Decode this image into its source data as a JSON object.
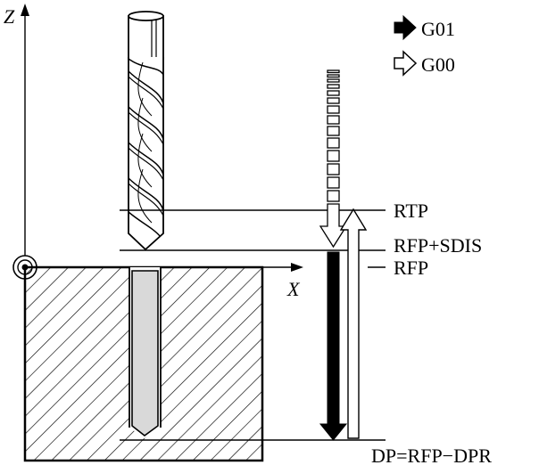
{
  "legend": {
    "feed_label": "G01",
    "rapid_label": "G00"
  },
  "axes": {
    "z_label": "Z",
    "x_label": "X"
  },
  "levels": {
    "rtp": "RTP",
    "rfp_sdis": "RFP+SDIS",
    "rfp": "RFP",
    "dp": "DP=RFP−DPR"
  },
  "colors": {
    "line": "#000000",
    "background": "#ffffff",
    "feed_arrow": "#000000",
    "rapid_arrow": "#ffffff",
    "hole_fill": "#d9d9d9"
  }
}
